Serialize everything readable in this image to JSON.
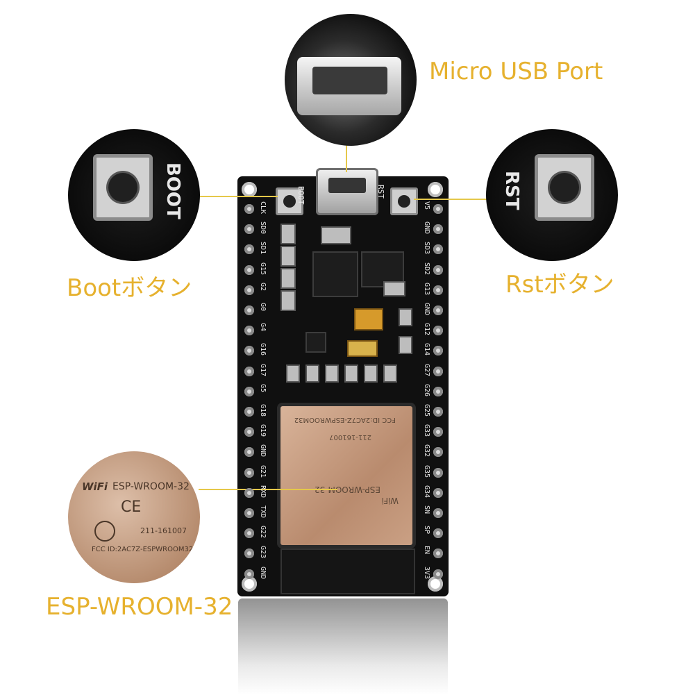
{
  "callouts": {
    "usb": "Micro USB Port",
    "boot": "Bootボタン",
    "rst": "Rstボタン",
    "esp": "ESP-WROOM-32"
  },
  "colors": {
    "callout_text": "#e6b12e",
    "leader_line": "#e5c84a",
    "board": "#101010"
  },
  "zoom_labels": {
    "boot": "BOOT",
    "rst": "RST",
    "esp_module": "ESP-WROOM-32",
    "esp_wifi": "WiFi",
    "esp_ce": "CE",
    "esp_cert": "211-161007",
    "esp_fcc": "FCC ID:2AC7Z-ESPWROOM32"
  },
  "board": {
    "boot_label": "BOOT",
    "rst_label": "RST",
    "left_pins": [
      "CLK",
      "SD0",
      "SD1",
      "G15",
      "G2",
      "G0",
      "G4",
      "G16",
      "G17",
      "G5",
      "G18",
      "G19",
      "GND",
      "G21",
      "RXD",
      "TXD",
      "G22",
      "G23",
      "GND"
    ],
    "right_pins": [
      "V5",
      "GND",
      "SD3",
      "SD2",
      "G13",
      "GND",
      "G12",
      "G14",
      "G27",
      "G26",
      "G25",
      "G33",
      "G32",
      "G35",
      "G34",
      "SN",
      "SP",
      "EN",
      "3V3"
    ],
    "module_fcc": "FCC ID:2AC7Z-ESPWROOM32",
    "module_cert": "211-161007",
    "module_name": "ESP-WROOM-32",
    "module_wifi": "WiFi"
  }
}
